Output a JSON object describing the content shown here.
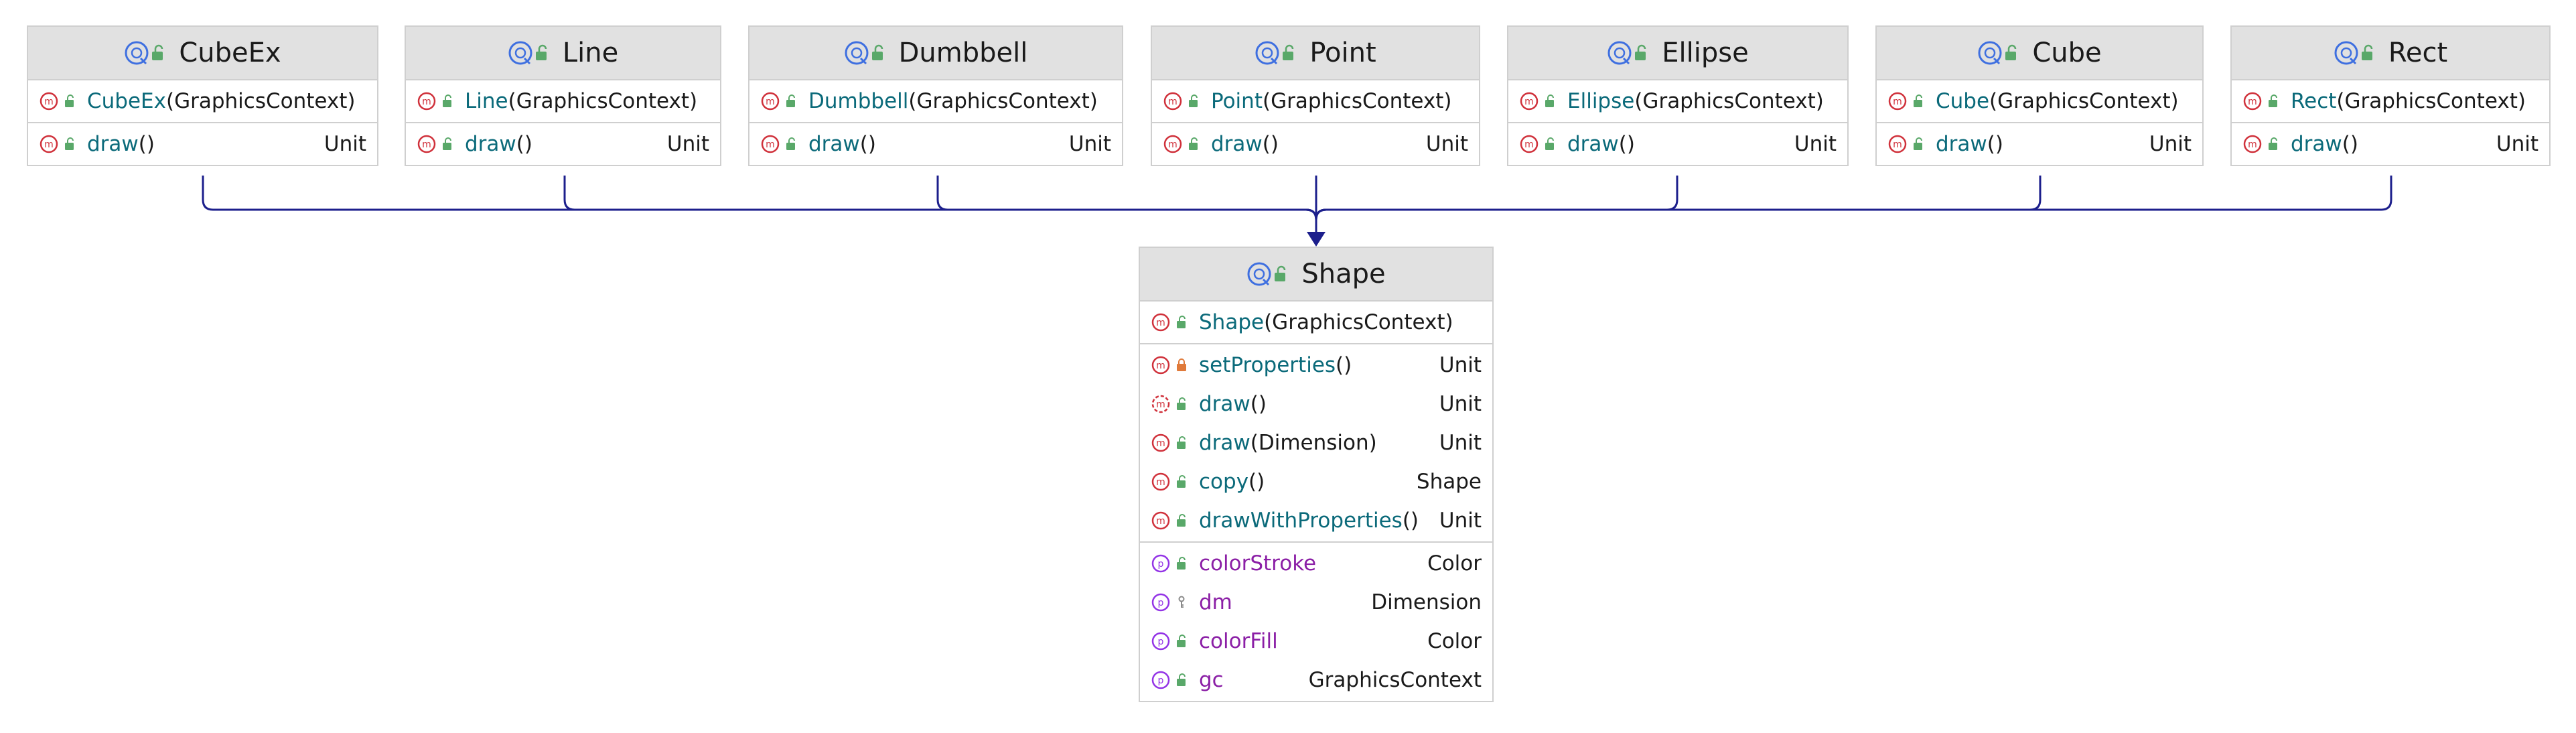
{
  "classes": {
    "cubeex": {
      "name": "CubeEx",
      "members": [
        {
          "name": "CubeEx",
          "params": "(GraphicsContext)",
          "type": ""
        },
        {
          "name": "draw",
          "params": "()",
          "type": "Unit"
        }
      ]
    },
    "line": {
      "name": "Line",
      "members": [
        {
          "name": "Line",
          "params": "(GraphicsContext)",
          "type": ""
        },
        {
          "name": "draw",
          "params": "()",
          "type": "Unit"
        }
      ]
    },
    "dumbbell": {
      "name": "Dumbbell",
      "members": [
        {
          "name": "Dumbbell",
          "params": "(GraphicsContext)",
          "type": ""
        },
        {
          "name": "draw",
          "params": "()",
          "type": "Unit"
        }
      ]
    },
    "point": {
      "name": "Point",
      "members": [
        {
          "name": "Point",
          "params": "(GraphicsContext)",
          "type": ""
        },
        {
          "name": "draw",
          "params": "()",
          "type": "Unit"
        }
      ]
    },
    "ellipse": {
      "name": "Ellipse",
      "members": [
        {
          "name": "Ellipse",
          "params": "(GraphicsContext)",
          "type": ""
        },
        {
          "name": "draw",
          "params": "()",
          "type": "Unit"
        }
      ]
    },
    "cube": {
      "name": "Cube",
      "members": [
        {
          "name": "Cube",
          "params": "(GraphicsContext)",
          "type": ""
        },
        {
          "name": "draw",
          "params": "()",
          "type": "Unit"
        }
      ]
    },
    "rect": {
      "name": "Rect",
      "members": [
        {
          "name": "Rect",
          "params": "(GraphicsContext)",
          "type": ""
        },
        {
          "name": "draw",
          "params": "()",
          "type": "Unit"
        }
      ]
    },
    "shape": {
      "name": "Shape",
      "constructor": {
        "name": "Shape",
        "params": "(GraphicsContext)",
        "type": ""
      },
      "methods": [
        {
          "name": "setProperties",
          "params": "()",
          "type": "Unit",
          "visibility": "private"
        },
        {
          "name": "draw",
          "params": "()",
          "type": "Unit",
          "visibility": "public",
          "abstract": true
        },
        {
          "name": "draw",
          "params": "(Dimension)",
          "type": "Unit",
          "visibility": "public"
        },
        {
          "name": "copy",
          "params": "()",
          "type": "Shape",
          "visibility": "public"
        },
        {
          "name": "drawWithProperties",
          "params": "()",
          "type": "Unit",
          "visibility": "public"
        }
      ],
      "properties": [
        {
          "name": "colorStroke",
          "type": "Color",
          "visibility": "public"
        },
        {
          "name": "dm",
          "type": "Dimension",
          "visibility": "package"
        },
        {
          "name": "colorFill",
          "type": "Color",
          "visibility": "public"
        },
        {
          "name": "gc",
          "type": "GraphicsContext",
          "visibility": "public"
        }
      ]
    }
  },
  "relations": {
    "kind": "inheritance",
    "target": "shape",
    "sources": [
      "cubeex",
      "line",
      "dumbbell",
      "point",
      "ellipse",
      "cube",
      "rect"
    ]
  },
  "icons": {
    "class": "abstract-class-icon",
    "method": "method-icon",
    "property": "property-icon",
    "public": "public-lock-icon",
    "private": "private-lock-icon",
    "package": "package-key-icon"
  },
  "colors": {
    "header_bg": "#e1e1e1",
    "border": "#cfcfcf",
    "edge": "#1c1f8c",
    "method": "#d0313b",
    "property": "#9333e6",
    "class_icon": "#3e6fe0",
    "public": "#59a869",
    "private": "#e07a3a",
    "member_name": "#0b6a7a",
    "field_name": "#8b1fa6"
  }
}
